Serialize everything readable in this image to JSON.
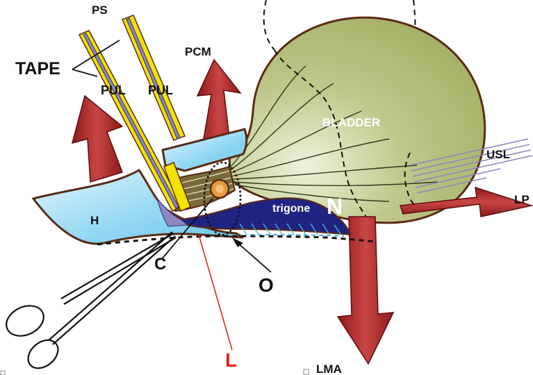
{
  "labels": {
    "ps": "PS",
    "pcm": "PCM",
    "tape": "TAPE",
    "pul_left": "PUL",
    "pul_right": "PUL",
    "bladder": "BLADDER",
    "usl": "USL",
    "lp": "LP",
    "h": "H",
    "trigone": "trigone",
    "n": "N",
    "c": "C",
    "o": "O",
    "l": "L",
    "lma": "LMA"
  },
  "colors": {
    "bladder_fill": "#a8b46a",
    "bladder_light": "#e6ecd0",
    "outline": "#5a2a14",
    "muscle_arrow": "#9b1f1f",
    "muscle_arrow_light": "#d65a5a",
    "tape_yellow": "#f2e400",
    "ligament_purple": "#8e86c0",
    "h_blue": "#7fd0f2",
    "h_blue_light": "#e4f6fd",
    "trigone_navy": "#1f2480",
    "urethra_orange": "#e59a3c",
    "l_line_red": "#e0261c",
    "label_white": "#ffffff",
    "label_black": "#111111"
  }
}
